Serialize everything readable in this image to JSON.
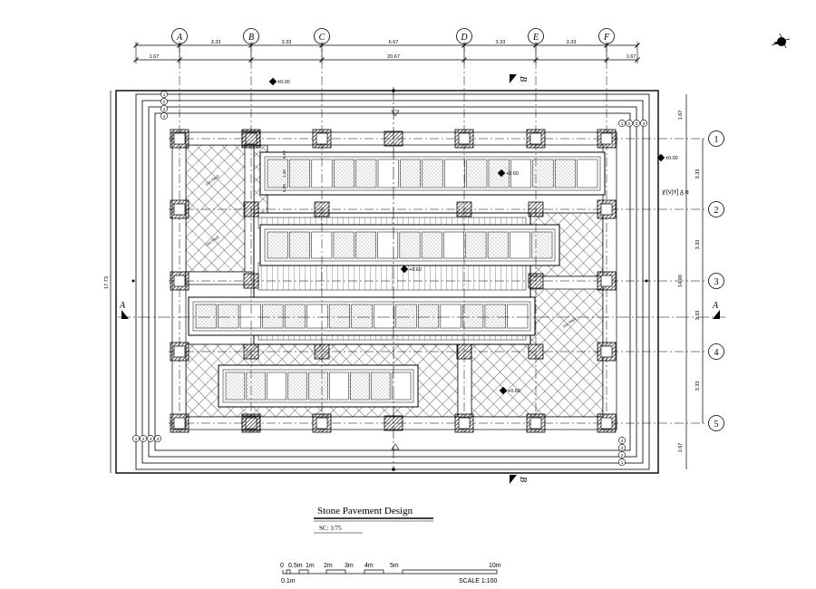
{
  "drawing": {
    "title": "Stone Pavement Design",
    "scale_text": "SC: 1/75",
    "scale_bar": {
      "labels": [
        "0",
        "0.5m",
        "1m",
        "2m",
        "3m",
        "4m",
        "5m",
        "10m"
      ],
      "sub_label": "0.1m",
      "scale": "SCALE  1:100"
    }
  },
  "grid": {
    "columns": [
      "A",
      "B",
      "C",
      "D",
      "E",
      "F"
    ],
    "rows": [
      "1",
      "2",
      "3",
      "4",
      "5"
    ],
    "column_spacings": [
      "3.33",
      "3.33",
      "6.67",
      "3.33",
      "3.33"
    ],
    "edge_left": "1.67",
    "overall_width": "20.67",
    "edge_right": "1.67",
    "row_spacings": [
      "3.33",
      "3.33",
      "3.33",
      "3.33"
    ],
    "right_dims": [
      "1.67",
      "14.00",
      "1.67"
    ],
    "left_dim": "17.73"
  },
  "levels": {
    "top_left": "±0.00",
    "right": "±0.00",
    "upper": "+0.60",
    "center": "+0.60",
    "lower_right": "+0.60"
  },
  "sections": {
    "A_left": "A",
    "A_right": "A",
    "B_top": "B",
    "B_bottom": "B"
  },
  "layer_tags": [
    "1",
    "2",
    "3",
    "4"
  ],
  "bed_dims": [
    "0.20",
    "1.40",
    "0.50"
  ],
  "hatch_notes": [
    "DIA PAVE",
    "DIA PAVE",
    "DIA PAVE"
  ],
  "side_note": "ጀ(ᴠ)ᴛ] ᵹ ɑ"
}
